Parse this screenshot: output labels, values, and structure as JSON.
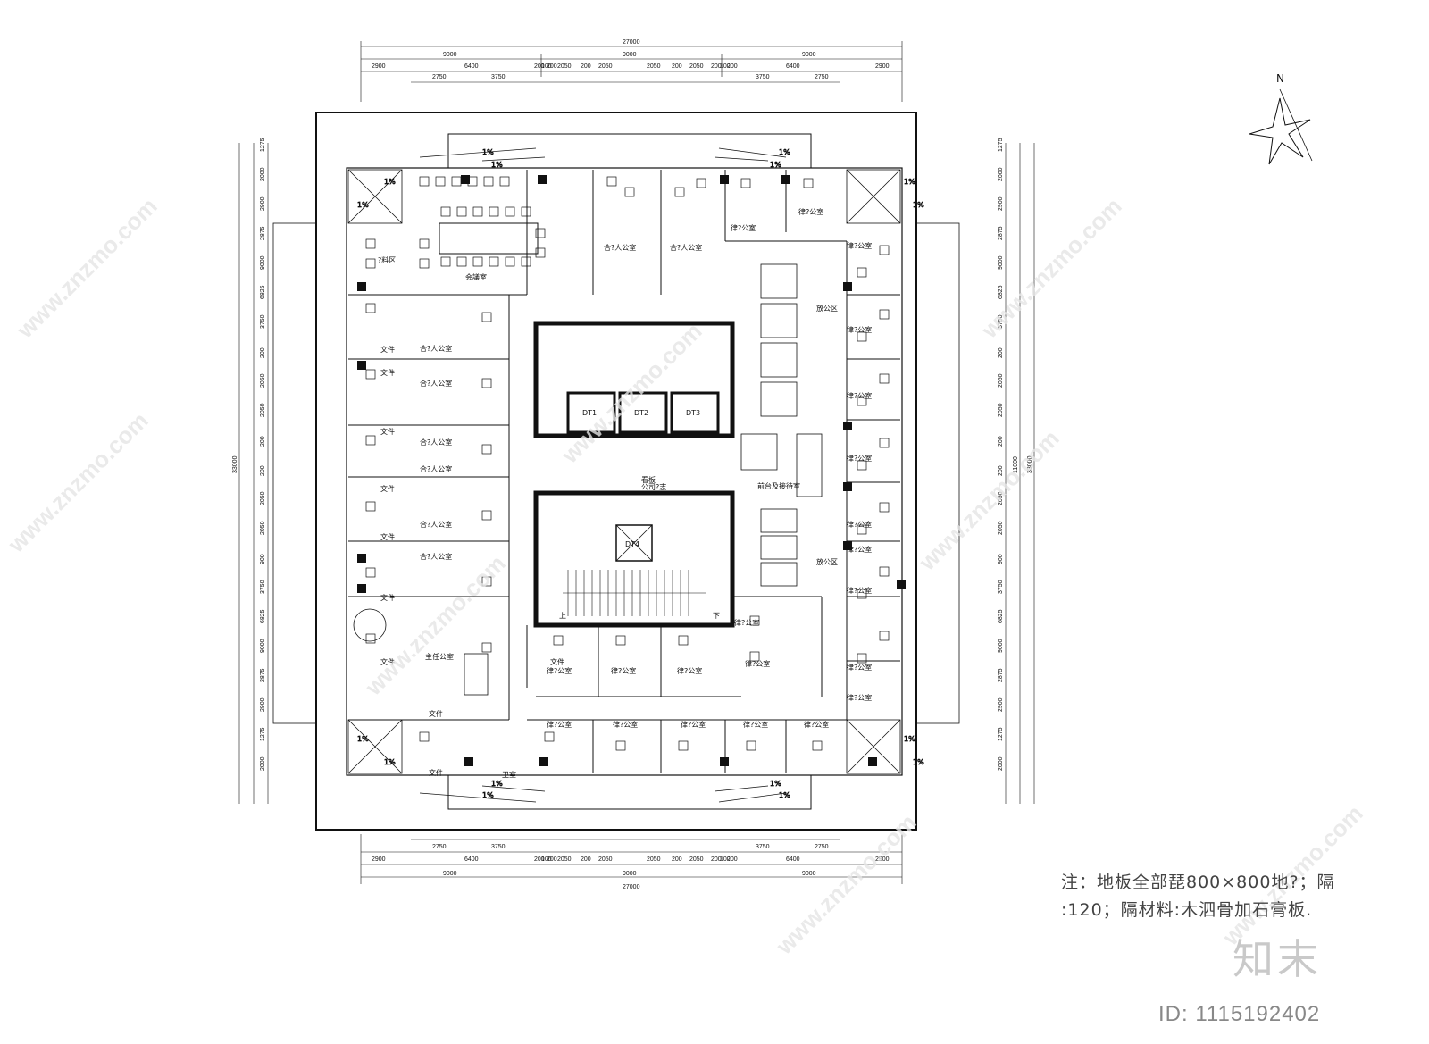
{
  "dimensions": {
    "overall": "27000",
    "thirds": [
      "9000",
      "9000",
      "9000"
    ],
    "top_row1": [
      "2900",
      "6400",
      "200",
      "100",
      "200",
      "2050",
      "200",
      "2050",
      "2050",
      "200",
      "2050",
      "200",
      "100",
      "200",
      "6400",
      "2900"
    ],
    "top_row2": [
      "2750",
      "3750",
      "3750",
      "2750"
    ],
    "height_total": "33000",
    "left_segments": [
      "1275",
      "2000",
      "2900",
      "2875",
      "9000",
      "6825",
      "3750",
      "200",
      "2050",
      "2050",
      "200",
      "200",
      "2050",
      "2050",
      "900",
      "3750",
      "6825",
      "9000",
      "2875",
      "2900",
      "1275",
      "2000"
    ],
    "right_mid": "11000"
  },
  "slopes": [
    "1%",
    "1%",
    "1%",
    "1%",
    "1%",
    "1%",
    "1%",
    "1%",
    "1%",
    "1%",
    "1%",
    "1%",
    "1%",
    "1%",
    "1%",
    "1%"
  ],
  "rooms": {
    "meeting": "会議室",
    "tea": "?料区",
    "partner": "合?人公室",
    "lawyer": "律?公室",
    "open_office": "放公区",
    "reception": "前台及接待室",
    "director": "主任公室",
    "file": "文件",
    "storage": "卫室",
    "lift_lobby": "公司?志",
    "exhibit": "看板",
    "lifts": [
      "DT1",
      "DT2",
      "DT3",
      "DT4"
    ],
    "stair_up": "上",
    "stair_down": "下"
  },
  "compass": {
    "label": "N"
  },
  "note": {
    "line1": "注：地板全部琵800×800地?；隔",
    "line2": ":120；隔材料:木泗骨加石膏板."
  },
  "watermark": {
    "url": "www.znzmo.com",
    "brand": "知末",
    "id": "ID: 1115192402"
  },
  "colors": {
    "line": "#111111",
    "watermark": "#e6e6e6"
  }
}
